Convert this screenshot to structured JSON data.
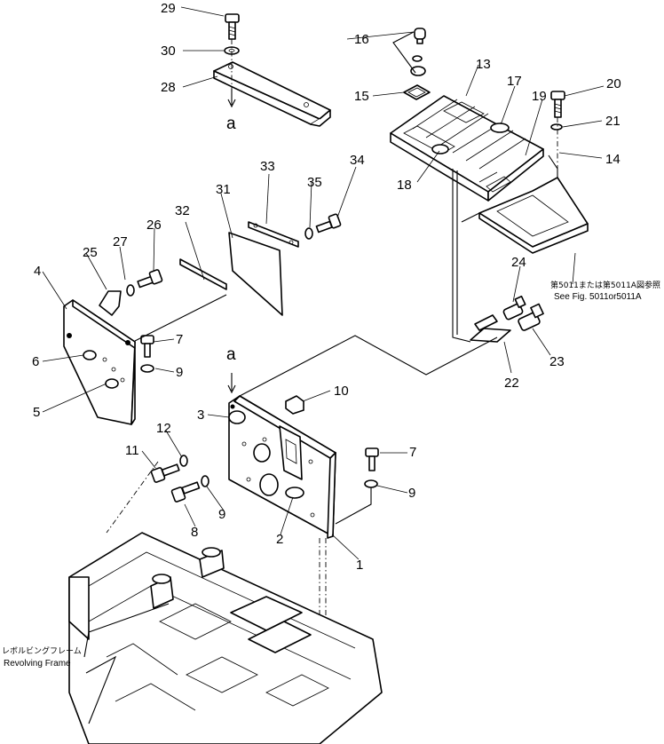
{
  "callouts": {
    "c1": "1",
    "c2": "2",
    "c3": "3",
    "c4": "4",
    "c5": "5",
    "c6": "6",
    "c7a": "7",
    "c7b": "7",
    "c8": "8",
    "c9a": "9",
    "c9b": "9",
    "c9c": "9",
    "c10": "10",
    "c11": "11",
    "c12": "12",
    "c13": "13",
    "c14": "14",
    "c15": "15",
    "c16": "16",
    "c17": "17",
    "c18": "18",
    "c19": "19",
    "c20": "20",
    "c21": "21",
    "c22": "22",
    "c23": "23",
    "c24": "24",
    "c25": "25",
    "c26": "26",
    "c27": "27",
    "c28": "28",
    "c29": "29",
    "c30": "30",
    "c31": "31",
    "c32": "32",
    "c33": "33",
    "c34": "34",
    "c35": "35"
  },
  "view_marks": {
    "top": "a",
    "middle": "a"
  },
  "notes": {
    "fig_ref_jp": "第5011または第5011A図参照",
    "fig_ref_en": "See Fig. 5011or5011A",
    "frame_jp": "レボルビングフレーム",
    "frame_en": "Revolving Frame"
  }
}
